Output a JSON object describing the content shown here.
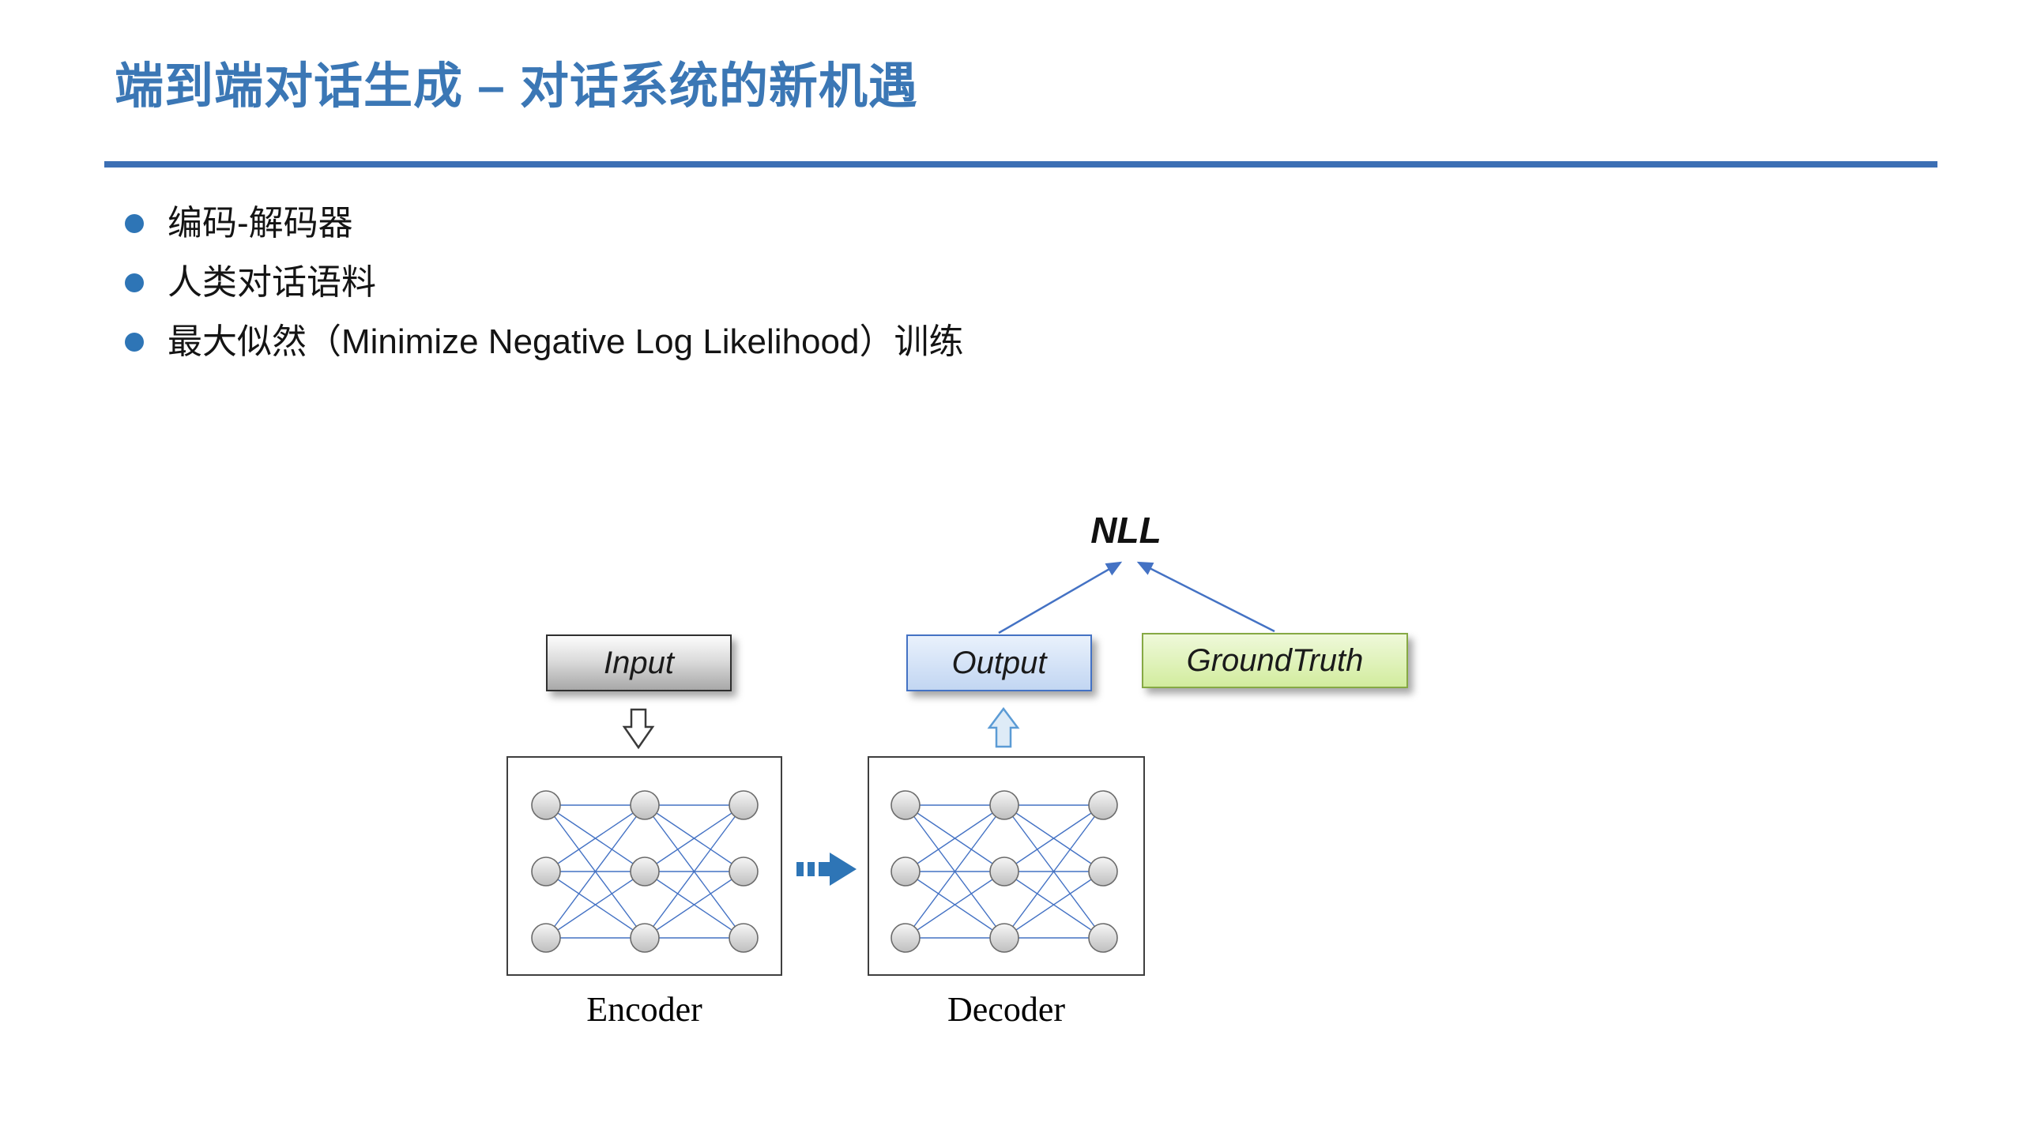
{
  "slide": {
    "title": "端到端对话生成 – 对话系统的新机遇",
    "bullets": [
      "编码-解码器",
      "人类对话语料",
      "最大似然（Minimize Negative Log Likelihood）训练"
    ]
  },
  "diagram": {
    "nll_label": "NLL",
    "input_label": "Input",
    "output_label": "Output",
    "groundtruth_label": "GroundTruth",
    "encoder_label": "Encoder",
    "decoder_label": "Decoder"
  },
  "colors": {
    "title_blue": "#3B77B5",
    "rule_blue": "#3C6FB4",
    "bullet_blue": "#2E75B6",
    "connector_blue": "#4472C4",
    "input_border": "#2F2F2F",
    "output_fill": "#C2D6F2",
    "output_border": "#4472C4",
    "groundtruth_fill": "#D2EC9E",
    "groundtruth_border": "#86A944",
    "transfer_arrow_blue": "#2E75B6"
  }
}
